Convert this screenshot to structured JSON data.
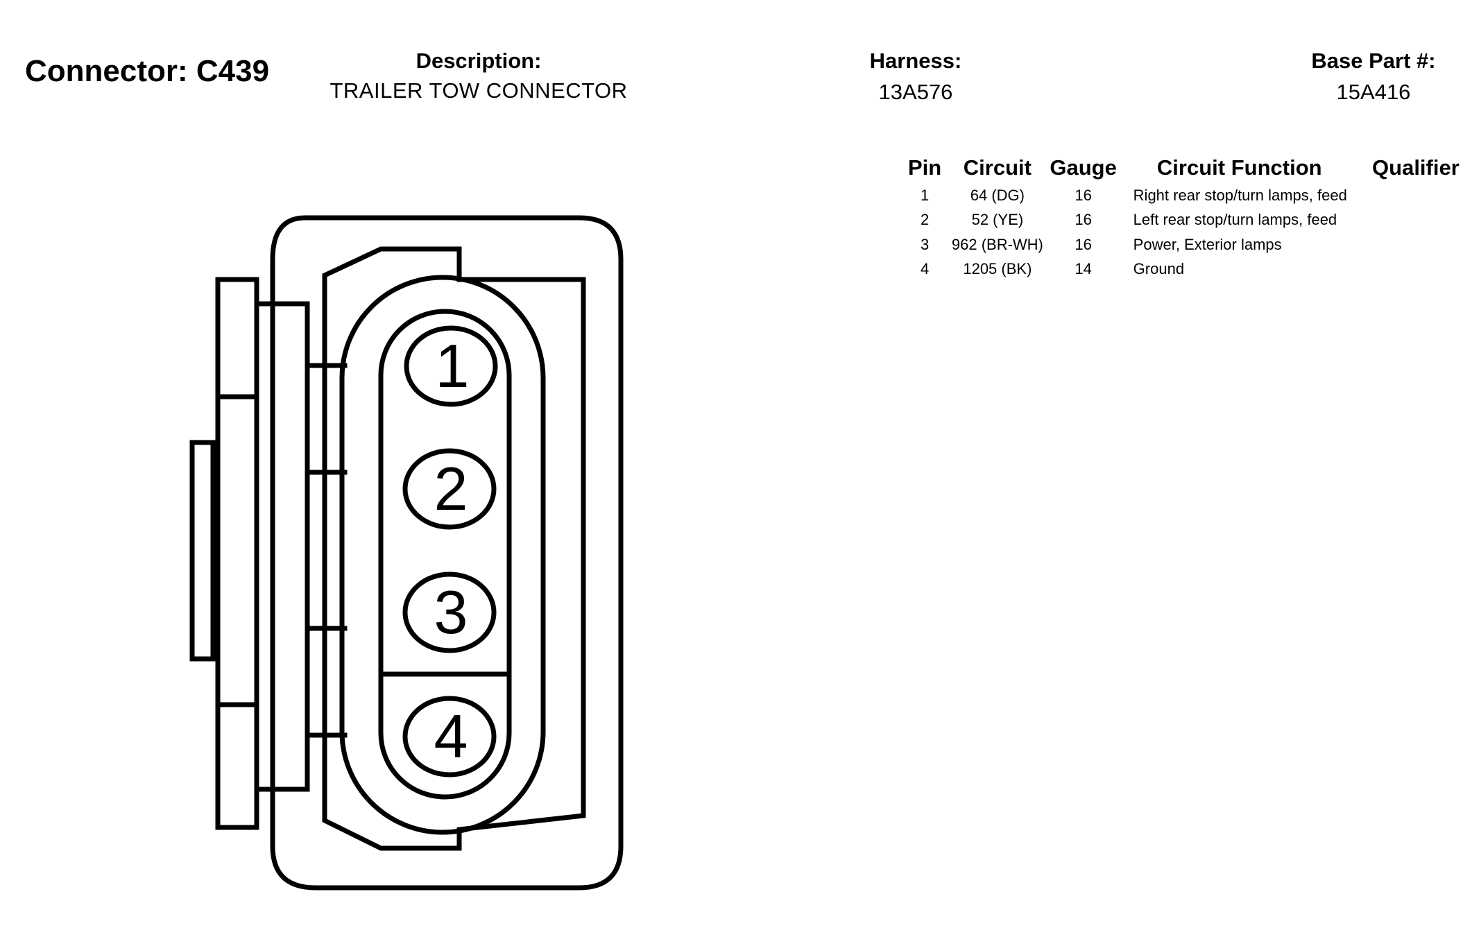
{
  "header": {
    "connector_title": "Connector: C439",
    "description_label": "Description:",
    "description_value": "TRAILER TOW CONNECTOR",
    "harness_label": "Harness:",
    "harness_value": "13A576",
    "base_part_label": "Base Part #:",
    "base_part_value": "15A416"
  },
  "table": {
    "columns": [
      "Pin",
      "Circuit",
      "Gauge",
      "Circuit Function",
      "Qualifier"
    ],
    "rows": [
      {
        "pin": "1",
        "circuit": "64 (DG)",
        "gauge": "16",
        "function": "Right rear stop/turn lamps, feed",
        "qualifier": ""
      },
      {
        "pin": "2",
        "circuit": "52 (YE)",
        "gauge": "16",
        "function": "Left rear stop/turn lamps, feed",
        "qualifier": ""
      },
      {
        "pin": "3",
        "circuit": "962 (BR-WH)",
        "gauge": "16",
        "function": "Power, Exterior lamps",
        "qualifier": ""
      },
      {
        "pin": "4",
        "circuit": "1205 (BK)",
        "gauge": "14",
        "function": "Ground",
        "qualifier": ""
      }
    ]
  },
  "diagram": {
    "pin_labels": [
      "1",
      "2",
      "3",
      "4"
    ],
    "line_color": "#000000"
  }
}
